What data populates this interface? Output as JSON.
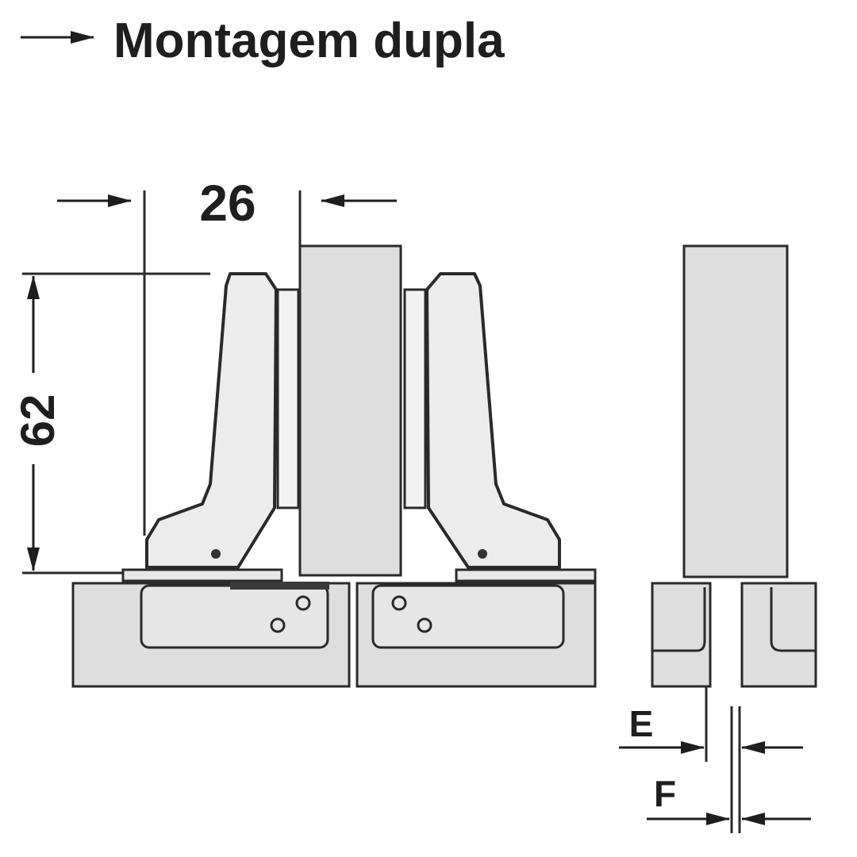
{
  "title": {
    "arrow_icon": "right-arrow",
    "text": "Montagem dupla"
  },
  "dimensions": {
    "width_label": "26",
    "height_label": "62",
    "e_label": "E",
    "f_label": "F"
  },
  "colors": {
    "panel": "#dedede",
    "line": "#2a2a2a"
  }
}
